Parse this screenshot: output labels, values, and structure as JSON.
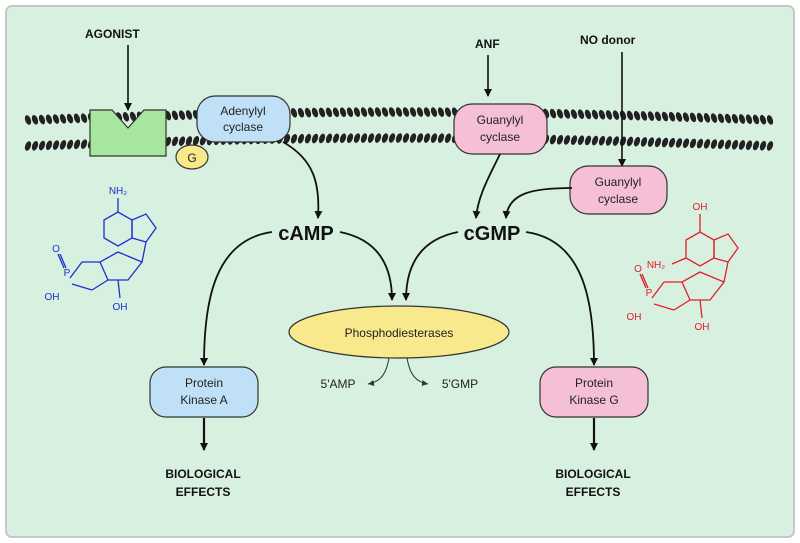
{
  "colors": {
    "background": "#d8f0e0",
    "frame": "#c8c8c8",
    "membrane": "#222222",
    "receptor_green": "#a8e6a0",
    "adenylyl_blue": "#bfe0f7",
    "guanylyl_pink": "#f5bfd6",
    "gprotein_yellow": "#f7e98c",
    "pde_yellow": "#f7e98c",
    "camp_structure": "#1f2fd0",
    "cgmp_structure": "#e0202a"
  },
  "inputs": {
    "agonist": "AGONIST",
    "anf": "ANF",
    "no_donor": "NO donor"
  },
  "membrane_proteins": {
    "g_protein": "G",
    "adenylyl_cyclase": [
      "Adenylyl",
      "cyclase"
    ],
    "guanylyl_cyclase_membrane": [
      "Guanylyl",
      "cyclase"
    ],
    "guanylyl_cyclase_soluble": [
      "Guanylyl",
      "cyclase"
    ]
  },
  "messengers": {
    "camp": "cAMP",
    "cgmp": "cGMP"
  },
  "pde": {
    "label": "Phosphodiesterases",
    "product_amp": "5'AMP",
    "product_gmp": "5'GMP"
  },
  "kinases": {
    "pka": [
      "Protein",
      "Kinase A"
    ],
    "pkg": [
      "Protein",
      "Kinase G"
    ]
  },
  "effects": {
    "left": [
      "BIOLOGICAL",
      "EFFECTS"
    ],
    "right": [
      "BIOLOGICAL",
      "EFFECTS"
    ]
  },
  "camp_structure_labels": {
    "nh2": "NH₂",
    "o_top": "O",
    "p": "P",
    "oh_p": "OH",
    "oh_ring": "OH"
  },
  "cgmp_structure_labels": {
    "oh_top": "OH",
    "nh2": "NH₂",
    "o_top": "O",
    "p": "P",
    "oh_p": "OH",
    "oh_ring": "OH"
  }
}
